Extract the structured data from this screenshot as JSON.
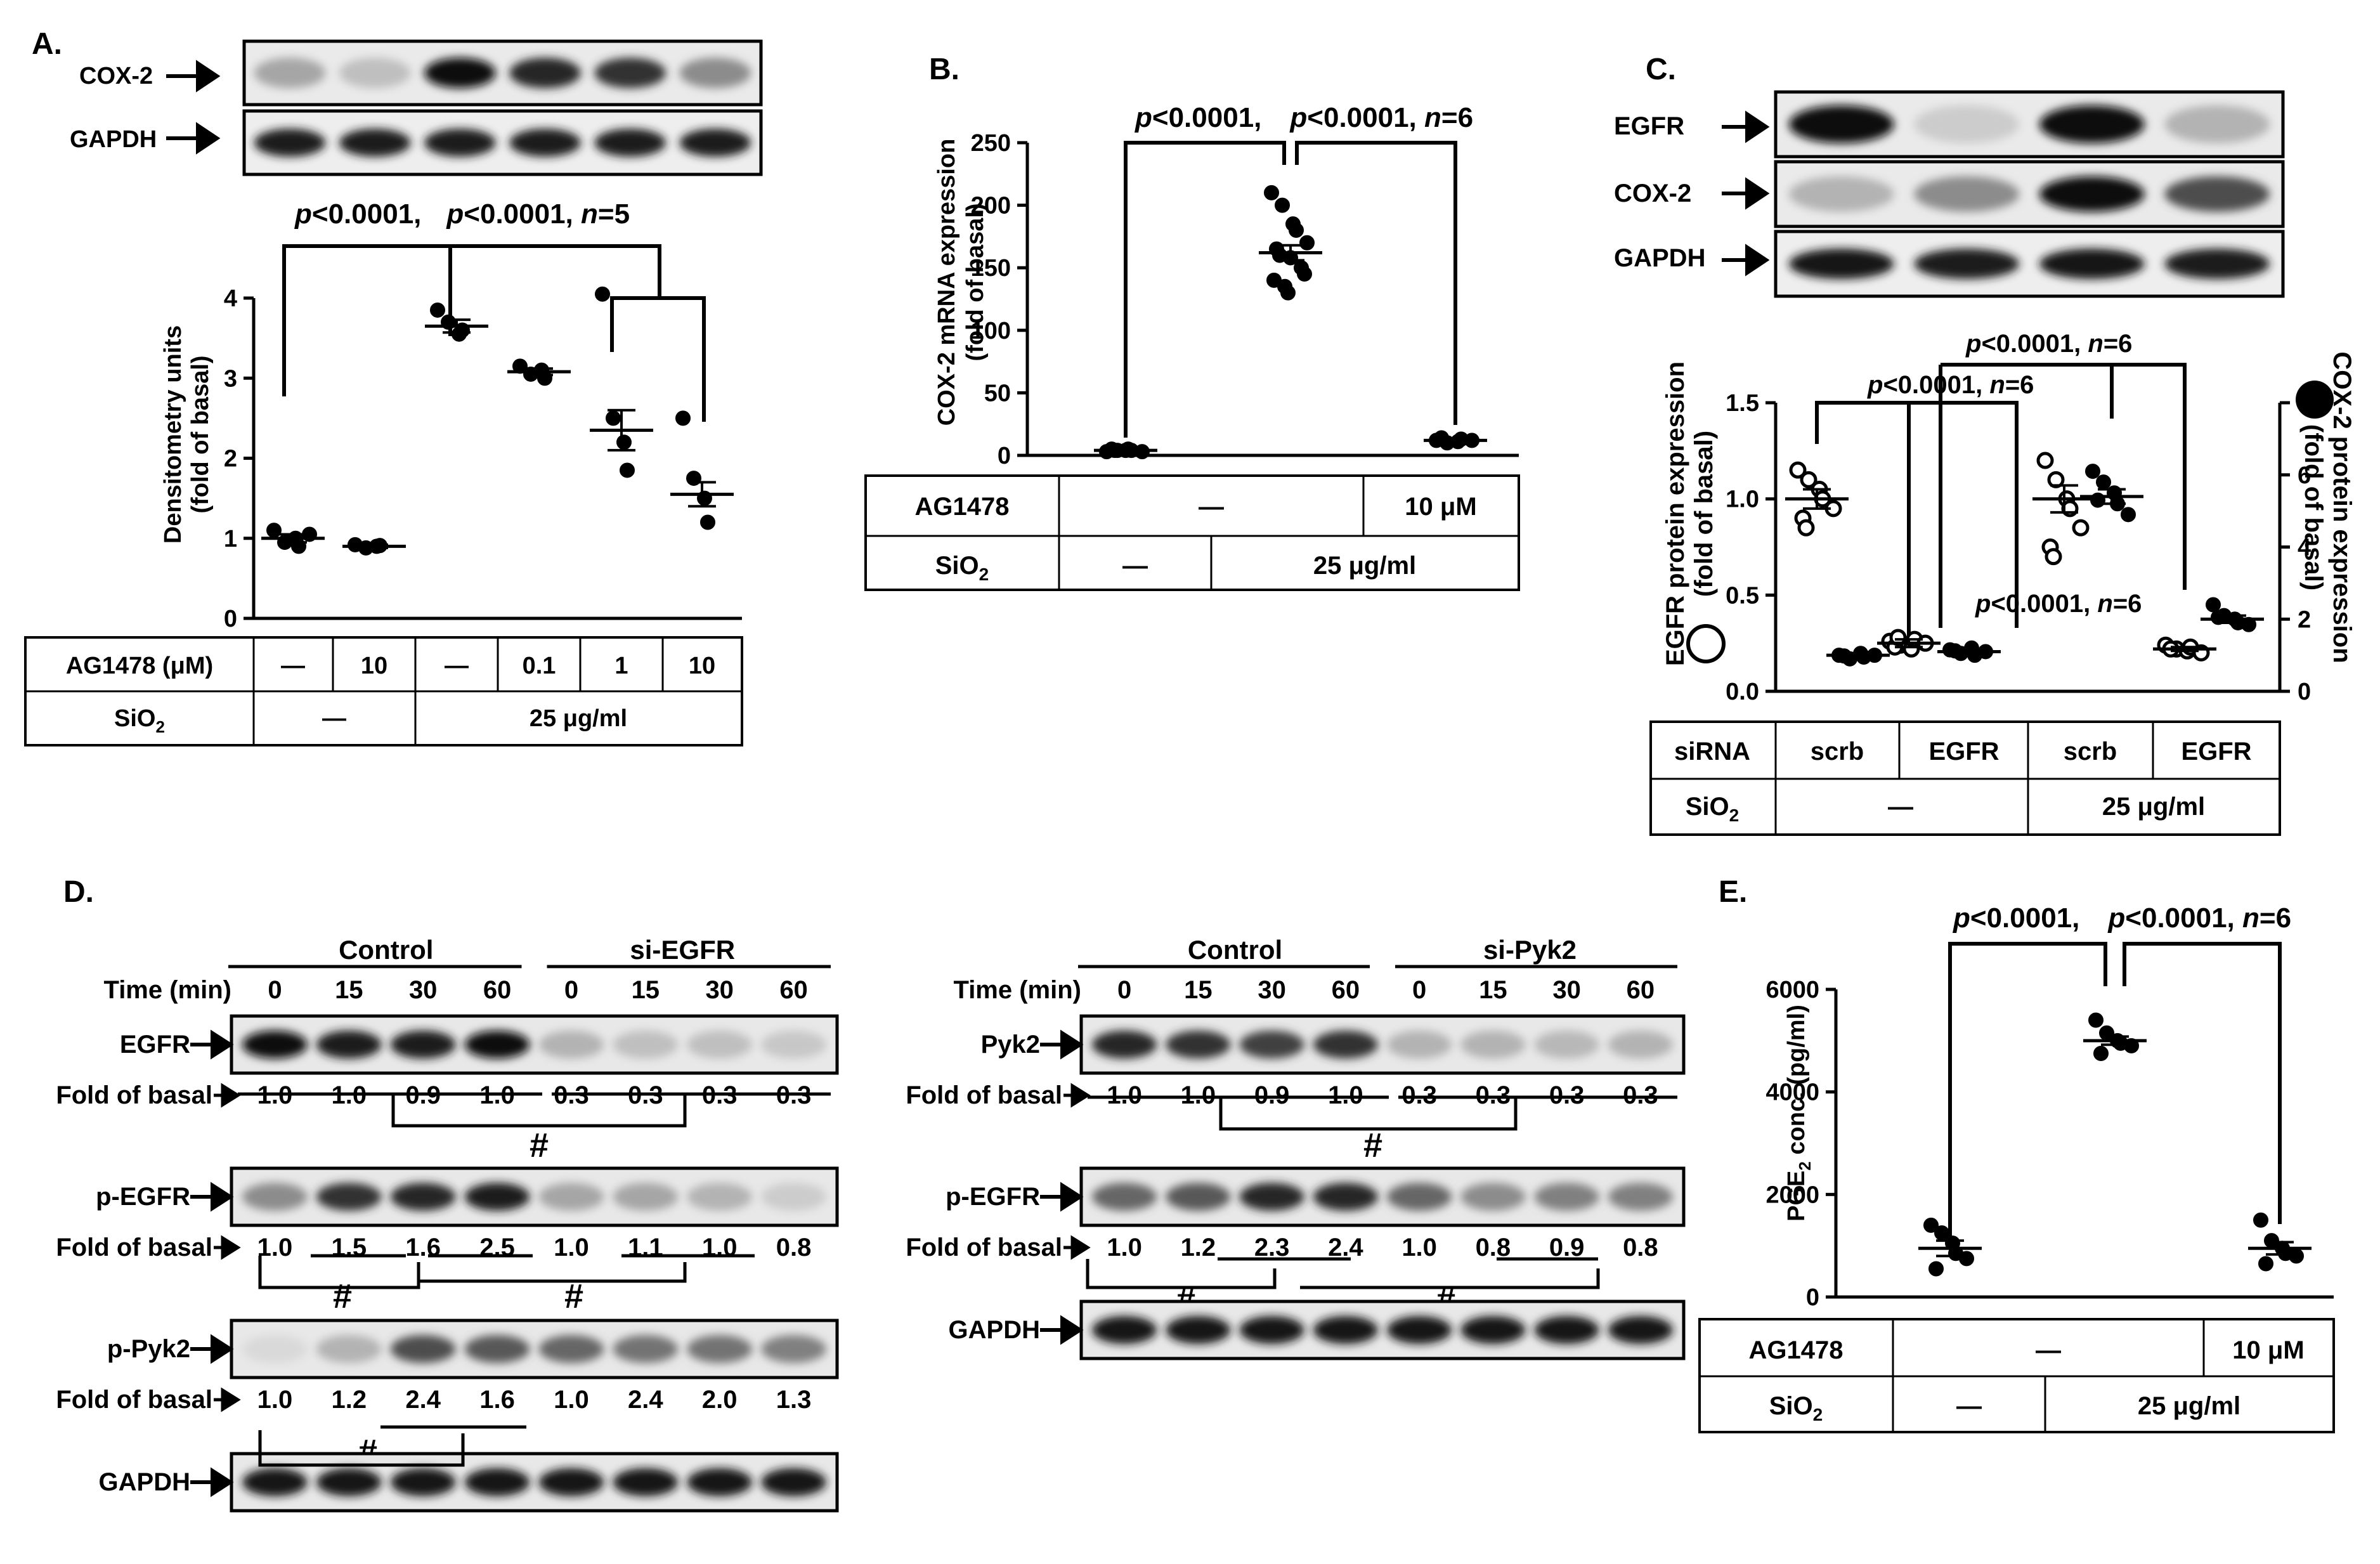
{
  "panels": {
    "A": {
      "label": "A.",
      "blots": [
        "COX-2",
        "GAPDH"
      ],
      "ylabel": [
        "Densitometry units",
        "(fold of basal)"
      ],
      "stat": {
        "p1": "p",
        "t1": "<0.0001,",
        "p2": "p",
        "t2": "<0.0001, ",
        "n": "n",
        "t3": "=5"
      },
      "table": {
        "row1": {
          "label": "AG1478 (μM)",
          "cells": [
            "—",
            "10",
            "—",
            "0.1",
            "1",
            "10"
          ]
        },
        "row2": {
          "label": "SiO",
          "sub": "2",
          "cells": [
            "—",
            "25 μg/ml"
          ]
        }
      }
    },
    "B": {
      "label": "B.",
      "ylabel": [
        "COX-2 mRNA expression",
        "(fold of basal)"
      ],
      "stat": {
        "p1": "p",
        "t1": "<0.0001,",
        "p2": "p",
        "t2": "<0.0001, ",
        "n": "n",
        "t3": "=6"
      },
      "table": {
        "row1": {
          "label": "AG1478",
          "cells": [
            "—",
            "10 μM"
          ]
        },
        "row2": {
          "label": "SiO",
          "sub": "2",
          "cells": [
            "—",
            "25 μg/ml"
          ]
        }
      }
    },
    "C": {
      "label": "C.",
      "blots": [
        "EGFR",
        "COX-2",
        "GAPDH"
      ],
      "ylabel_left": [
        "EGFR protein expression",
        "(fold of basal)"
      ],
      "ylabel_right": [
        "COX-2 protein expression",
        "(fold of basal)"
      ],
      "stat1": {
        "p": "p",
        "t1": "<0.0001, ",
        "n": "n",
        "t2": "=6"
      },
      "stat2": {
        "p": "p",
        "t1": "<0.0001, ",
        "n": "n",
        "t2": "=6"
      },
      "stat3": {
        "p": "p",
        "t1": "<0.0001, ",
        "n": "n",
        "t2": "=6"
      },
      "table": {
        "row1": {
          "label": "siRNA",
          "cells": [
            "scrb",
            "EGFR",
            "scrb",
            "EGFR"
          ]
        },
        "row2": {
          "label": "SiO",
          "sub": "2",
          "cells": [
            "—",
            "25 μg/ml"
          ]
        }
      }
    },
    "D": {
      "label": "D.",
      "left": {
        "groups": [
          "Control",
          "si-EGFR"
        ],
        "time_label": "Time (min)",
        "times": [
          "0",
          "15",
          "30",
          "60",
          "0",
          "15",
          "30",
          "60"
        ],
        "blots": [
          {
            "name": "EGFR",
            "folds": [
              "1.0",
              "1.0",
              "0.9",
              "1.0",
              "0.3",
              "0.3",
              "0.3",
              "0.3"
            ]
          },
          {
            "name": "p-EGFR",
            "folds": [
              "1.0",
              "1.5",
              "1.6",
              "2.5",
              "1.0",
              "1.1",
              "1.0",
              "0.8"
            ]
          },
          {
            "name": "p-Pyk2",
            "folds": [
              "1.0",
              "1.2",
              "2.4",
              "1.6",
              "1.0",
              "2.4",
              "2.0",
              "1.3"
            ]
          },
          {
            "name": "GAPDH",
            "folds": []
          }
        ]
      },
      "right": {
        "groups": [
          "Control",
          "si-Pyk2"
        ],
        "time_label": "Time (min)",
        "times": [
          "0",
          "15",
          "30",
          "60",
          "0",
          "15",
          "30",
          "60"
        ],
        "blots": [
          {
            "name": "Pyk2",
            "folds": [
              "1.0",
              "1.0",
              "0.9",
              "1.0",
              "0.3",
              "0.3",
              "0.3",
              "0.3"
            ]
          },
          {
            "name": "p-EGFR",
            "folds": [
              "1.0",
              "1.2",
              "2.3",
              "2.4",
              "1.0",
              "0.8",
              "0.9",
              "0.8"
            ]
          },
          {
            "name": "GAPDH",
            "folds": []
          }
        ]
      },
      "fold_label": "Fold of basal",
      "hash": "#"
    },
    "E": {
      "label": "E.",
      "ylabel": {
        "pre": "PGE",
        "sub": "2",
        "post": " conc. (pg/ml)"
      },
      "stat": {
        "p1": "p",
        "t1": "<0.0001,",
        "p2": "p",
        "t2": "<0.0001, ",
        "n": "n",
        "t3": "=6"
      },
      "table": {
        "row1": {
          "label": "AG1478",
          "cells": [
            "—",
            "10 μM"
          ]
        },
        "row2": {
          "label": "SiO",
          "sub": "2",
          "cells": [
            "—",
            "25 μg/ml"
          ]
        }
      }
    }
  },
  "chart_data": [
    {
      "id": "A",
      "type": "scatter",
      "ylim": [
        0,
        4
      ],
      "yticks": [
        "0",
        "1",
        "2",
        "3",
        "4"
      ],
      "groups": [
        {
          "points": [
            1.1,
            0.95,
            1.0,
            0.9,
            1.05
          ],
          "mean": 1.0,
          "sem": 0.05
        },
        {
          "points": [
            0.92,
            0.88,
            0.9,
            0.91
          ],
          "mean": 0.9,
          "sem": 0.02
        },
        {
          "points": [
            3.85,
            3.7,
            3.55,
            3.6
          ],
          "mean": 3.65,
          "sem": 0.08
        },
        {
          "points": [
            3.15,
            3.05,
            3.1,
            3.0
          ],
          "mean": 3.08,
          "sem": 0.04
        },
        {
          "points": [
            4.05,
            2.5,
            2.2,
            1.85
          ],
          "mean": 2.35,
          "sem": 0.25
        },
        {
          "points": [
            2.5,
            1.75,
            1.5,
            1.2
          ],
          "mean": 1.55,
          "sem": 0.15
        }
      ]
    },
    {
      "id": "B",
      "type": "scatter",
      "ylim": [
        0,
        250
      ],
      "yticks": [
        "0",
        "50",
        "100",
        "150",
        "200",
        "250"
      ],
      "groups": [
        {
          "points": [
            3,
            4,
            5,
            4,
            3,
            5,
            4,
            4
          ],
          "mean": 4,
          "sem": 1
        },
        {
          "points": [
            210,
            200,
            185,
            180,
            170,
            165,
            160,
            158,
            150,
            145,
            140,
            135,
            130
          ],
          "mean": 162,
          "sem": 6
        },
        {
          "points": [
            12,
            10,
            11,
            13,
            12,
            14
          ],
          "mean": 12,
          "sem": 1
        }
      ]
    },
    {
      "id": "C",
      "type": "scatter",
      "ylim_left": [
        0,
        1.5
      ],
      "yticks_left": [
        "0.0",
        "0.5",
        "1.0",
        "1.5"
      ],
      "ylim_right": [
        0,
        8
      ],
      "yticks_right": [
        "0",
        "2",
        "4",
        "6",
        "8"
      ],
      "series": [
        {
          "name": "EGFR protein expression",
          "marker": "open",
          "axis": "left",
          "groups": [
            {
              "points": [
                1.15,
                1.1,
                1.05,
                1.0,
                0.95,
                0.9,
                0.85
              ],
              "mean": 1.0,
              "sem": 0.05
            },
            {
              "points": [
                0.26,
                0.24,
                0.22,
                0.27,
                0.25,
                0.23,
                0.28
              ],
              "mean": 0.25,
              "sem": 0.02
            },
            {
              "points": [
                1.2,
                1.1,
                1.0,
                0.95,
                0.85,
                0.75,
                0.7
              ],
              "mean": 1.0,
              "sem": 0.07
            },
            {
              "points": [
                0.24,
                0.22,
                0.21,
                0.23,
                0.2,
                0.22
              ],
              "mean": 0.22,
              "sem": 0.01
            }
          ]
        },
        {
          "name": "COX-2 protein expression",
          "marker": "filled",
          "axis": "right",
          "groups": [
            {
              "points": [
                1.0,
                0.9,
                1.05,
                0.95,
                1.0,
                0.98
              ],
              "mean": 1.0,
              "sem": 0.03
            },
            {
              "points": [
                1.15,
                1.05,
                1.2,
                1.0,
                1.1,
                1.12
              ],
              "mean": 1.1,
              "sem": 0.04
            },
            {
              "points": [
                6.1,
                5.8,
                5.5,
                5.2,
                4.9,
                5.3
              ],
              "mean": 5.4,
              "sem": 0.2
            },
            {
              "points": [
                2.4,
                2.1,
                2.0,
                1.9,
                1.85,
                2.05
              ],
              "mean": 2.0,
              "sem": 0.1
            }
          ]
        }
      ]
    },
    {
      "id": "E",
      "type": "scatter",
      "ylim": [
        0,
        6000
      ],
      "yticks": [
        "0",
        "2000",
        "4000",
        "6000"
      ],
      "groups": [
        {
          "points": [
            1400,
            1250,
            1050,
            850,
            750,
            550
          ],
          "mean": 950,
          "sem": 150
        },
        {
          "points": [
            5400,
            5150,
            5000,
            4950,
            4900,
            4750
          ],
          "mean": 5000,
          "sem": 80
        },
        {
          "points": [
            1500,
            1100,
            950,
            850,
            800,
            650
          ],
          "mean": 950,
          "sem": 120
        }
      ]
    }
  ]
}
